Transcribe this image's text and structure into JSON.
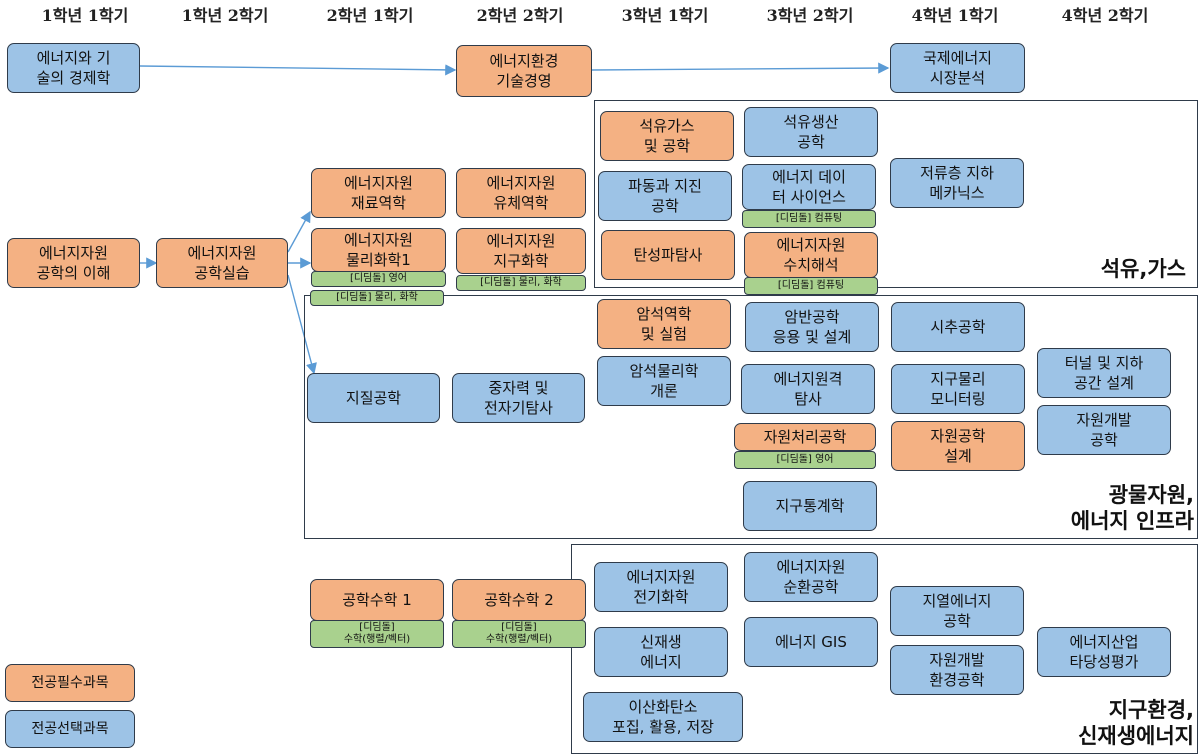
{
  "semesters": [
    "1학년 1학기",
    "1학년 2학기",
    "2학년 1학기",
    "2학년 2학기",
    "3학년 1학기",
    "3학년 2학기",
    "4학년 1학기",
    "4학년 2학기"
  ],
  "top_row": {
    "c1": "에너지와 기\n술의 경제학",
    "c2": "에너지환경\n기술경영",
    "c3": "국제에너지\n시장분석"
  },
  "core": {
    "intro": "에너지자원\n공학의 이해",
    "practice": "에너지자원\n공학실습",
    "materials": "에너지자원\n재료역학",
    "physchem": "에너지자원\n물리화학1",
    "physchem_tag1": "[디딤돌] 영어",
    "physchem_tag2": "[디딤돌] 물리, 화학",
    "fluid": "에너지자원\n유체역학",
    "geochem": "에너지자원\n지구화학",
    "geochem_tag": "[디딤돌] 물리, 화학",
    "geology": "지질공학",
    "gravity": "중자력 및\n전자기탐사"
  },
  "petroleum": {
    "label": "석유,가스",
    "c1": "석유가스\n및 공학",
    "c2": "석유생산\n공학",
    "c3": "파동과 지진\n공학",
    "c4": "에너지 데이\n터 사이언스",
    "c4_tag": "[디딤돌] 컴퓨팅",
    "c5": "저류층 지하\n메카닉스",
    "c6": "탄성파탐사",
    "c7": "에너지자원\n수치해석",
    "c7_tag": "[디딤돌] 컴퓨팅"
  },
  "mineral": {
    "label": "광물자원,\n에너지 인프라",
    "c1": "암석역학\n및 실험",
    "c2": "암반공학\n응용 및 설계",
    "c3": "시추공학",
    "c4": "암석물리학\n개론",
    "c5": "에너지원격\n탐사",
    "c6": "지구물리\n모니터링",
    "c7": "터널 및 지하\n공간 설계",
    "c8": "자원처리공학",
    "c8_tag": "[디딤돌] 영어",
    "c9": "자원공학\n설계",
    "c10": "자원개발\n공학",
    "c11": "지구통계학"
  },
  "earth": {
    "label": "지구환경,\n신재생에너지",
    "math1": "공학수학 1",
    "math1_tag": "[디딤돌]\n수학(행렬/벡터)",
    "math2": "공학수학 2",
    "math2_tag": "[디딤돌]\n수학(행렬/벡터)",
    "c1": "에너지자원\n전기화학",
    "c2": "에너지자원\n순환공학",
    "c3": "지열에너지\n공학",
    "c4": "신재생\n에너지",
    "c5": "에너지 GIS",
    "c6": "에너지산업\n타당성평가",
    "c7": "자원개발\n환경공학",
    "c8": "이산화탄소\n포집, 활용, 저장"
  },
  "legend": {
    "required": "전공필수과목",
    "elective": "전공선택과목"
  },
  "colors": {
    "required": "#f4b183",
    "elective": "#9dc3e6",
    "didimdol": "#a9d18e",
    "arrow": "#5b9bd5"
  }
}
